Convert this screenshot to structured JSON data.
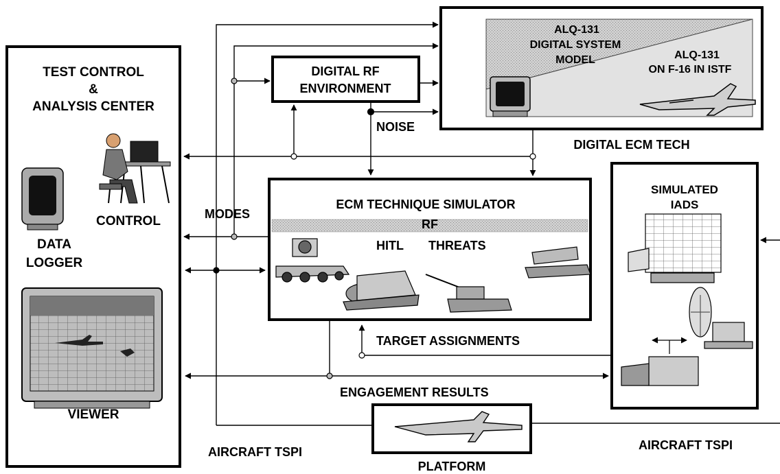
{
  "blocks": {
    "test_control": {
      "title_lines": [
        "TEST CONTROL",
        "&",
        "ANALYSIS CENTER"
      ],
      "control_label": "CONTROL",
      "data_logger_lines": [
        "DATA",
        "LOGGER"
      ],
      "viewer_label": "VIEWER"
    },
    "digital_rf": {
      "lines": [
        "DIGITAL RF",
        "ENVIRONMENT"
      ]
    },
    "digital_ecm": {
      "model_lines": [
        "ALQ-131",
        "DIGITAL SYSTEM",
        "MODEL"
      ],
      "istf_lines": [
        "ALQ-131",
        "ON F-16 IN ISTF"
      ],
      "caption": "DIGITAL ECM  TECH"
    },
    "ecm_simulator": {
      "title": "ECM TECHNIQUE  SIMULATOR",
      "rf_label": "RF",
      "hitl_label": "HITL",
      "threats_label": "THREATS"
    },
    "iads": {
      "lines": [
        "SIMULATED",
        "IADS"
      ]
    },
    "platform": {
      "label": "PLATFORM"
    }
  },
  "signals": {
    "noise": "NOISE",
    "modes": "MODES",
    "target_assignments": "TARGET ASSIGNMENTS",
    "engagement_results": "ENGAGEMENT RESULTS",
    "aircraft_tspi_left": "AIRCRAFT TSPI",
    "aircraft_tspi_right": "AIRCRAFT TSPI"
  }
}
